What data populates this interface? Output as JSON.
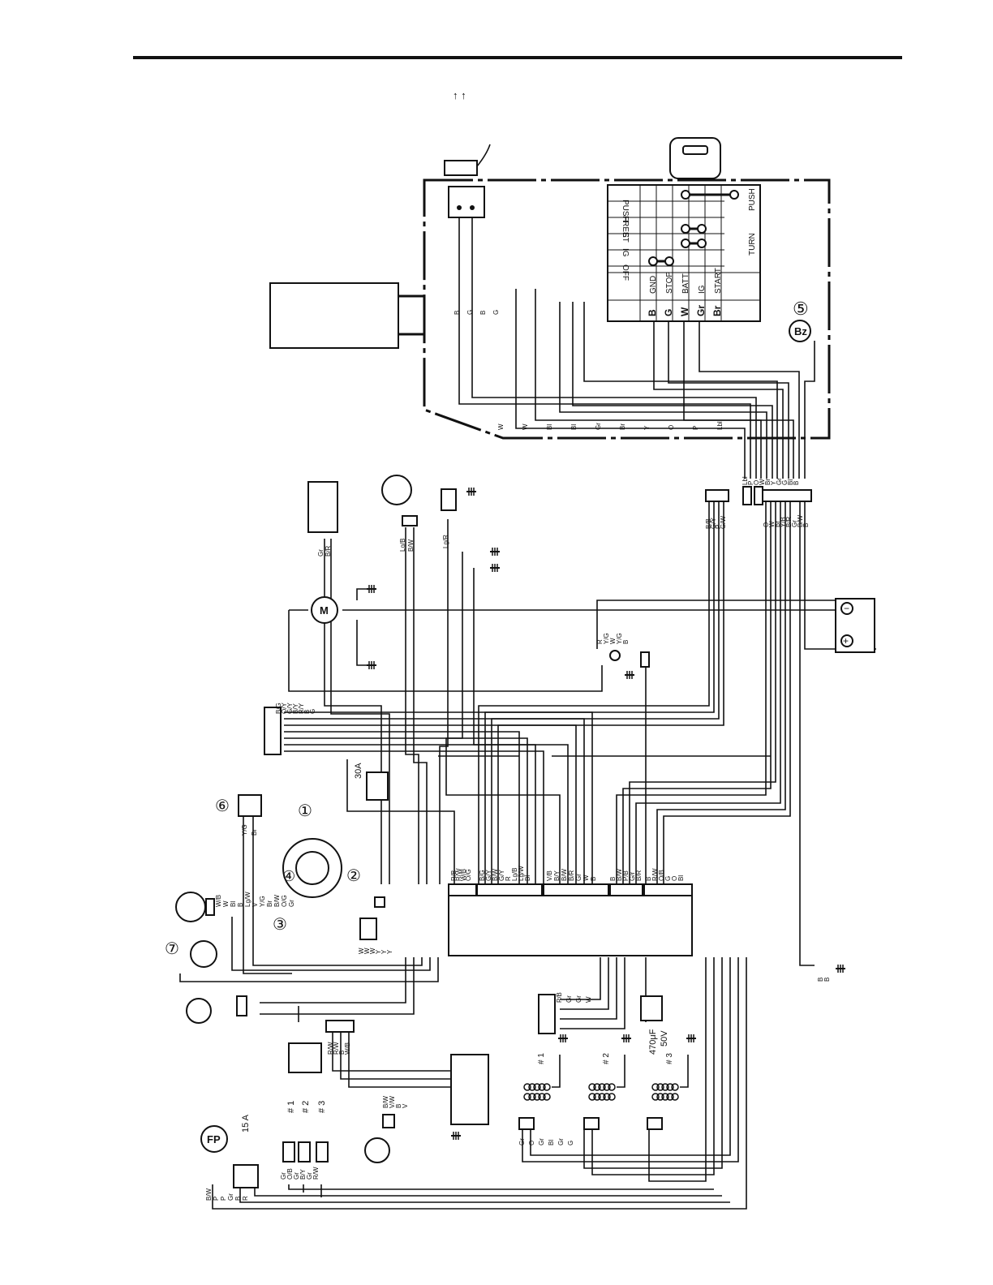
{
  "header": {
    "arrows": "↑ ↑"
  },
  "switch_table": {
    "rows": [
      "PUSH",
      "FREE",
      "ST",
      "IG",
      "OFF"
    ],
    "cols": [
      "GND",
      "STOP",
      "BATT",
      "IG",
      "START"
    ],
    "col_codes": [
      "B",
      "G",
      "W",
      "Gr",
      "Br"
    ],
    "side_labels": [
      "PUSH",
      "TURN"
    ]
  },
  "callouts": [
    "⑤",
    "⑥",
    "①",
    "②",
    "③",
    "④",
    "⑦"
  ],
  "buzzer": "Bz",
  "fuse_30a": "30A",
  "fuse_15a": "15 A",
  "fuel_pump": "FP",
  "motor": "M",
  "capacitor": {
    "value": "470μF",
    "voltage": "50V"
  },
  "cylinders": [
    "# 1",
    "# 2",
    "# 3"
  ],
  "battery": {
    "neg": "−",
    "pos": "+"
  },
  "wire_codes": {
    "harness_top": [
      "Lbl",
      "P",
      "O",
      "W",
      "Br",
      "Y",
      "Gr",
      "G",
      "Bl",
      "B"
    ],
    "harness_mid": [
      "O",
      "W",
      "Br",
      "Y/B",
      "B/R",
      "Gr",
      "B/W",
      "B"
    ],
    "harness_left": [
      "B/B",
      "G/Y",
      "P",
      "G/W"
    ],
    "ecu_row1": [
      "R/B",
      "R/W",
      "W/B",
      "O/G"
    ],
    "ecu_row2": [
      "B/G",
      "G/Y",
      "B/W",
      "G/Y",
      "R",
      "Lg/B",
      "Lg/W",
      "Bl"
    ],
    "ecu_row3": [
      "V/B",
      "B/Y",
      "B/W",
      "B/R",
      "Gr",
      "W",
      "B"
    ],
    "ecu_row4": [
      "B",
      "B/W",
      "P/B",
      "G/r",
      "B/R"
    ],
    "ecu_row5": [
      "B",
      "R/W",
      "O/B",
      "G",
      "O",
      "Bl"
    ],
    "sensor_top": [
      "Gr",
      "B/R"
    ],
    "sensor_temp": [
      "Lg/B",
      "B/W"
    ],
    "sensor_valve": [
      "Lg/R"
    ],
    "relay": [
      "R",
      "Y/G",
      "W",
      "Y/G",
      "B"
    ],
    "starter_rows": [
      "B/G",
      "O/Y",
      "G/Y",
      "B/Y",
      "R/Y",
      "B",
      "G"
    ],
    "comp6": [
      "Y/G",
      "Br"
    ],
    "comp_left": [
      "W/B",
      "W",
      "Bl",
      "B",
      "Lg/W",
      "V",
      "Y/G",
      "Br",
      "B/W",
      "O/G",
      "Gr"
    ],
    "cdi": [
      "R/W",
      "R/W",
      "B",
      "W/B"
    ],
    "stator": [
      "W",
      "W",
      "W",
      "Y",
      "Y",
      "Y"
    ],
    "fp_wires": [
      "B/W",
      "P",
      "P",
      "Gr",
      "B",
      "R"
    ],
    "inj_wires": [
      "Gr",
      "O/B",
      "Gr",
      "B/Y",
      "Gr",
      "R/W"
    ],
    "pulser": [
      "B/W",
      "V/W",
      "B",
      "V"
    ],
    "ign_wires": [
      "Gr",
      "O",
      "Gr",
      "Bl",
      "Gr",
      "G"
    ],
    "switch_wires": [
      "P/B",
      "Gr",
      "Gr",
      "W"
    ],
    "top_wires": [
      "B",
      "G",
      "B",
      "G"
    ],
    "ground": [
      "B",
      "B"
    ],
    "misc": [
      "W",
      "W",
      "Bl",
      "Bl",
      "Gr",
      "Br",
      "Y",
      "O",
      "P",
      "Lbl"
    ]
  }
}
